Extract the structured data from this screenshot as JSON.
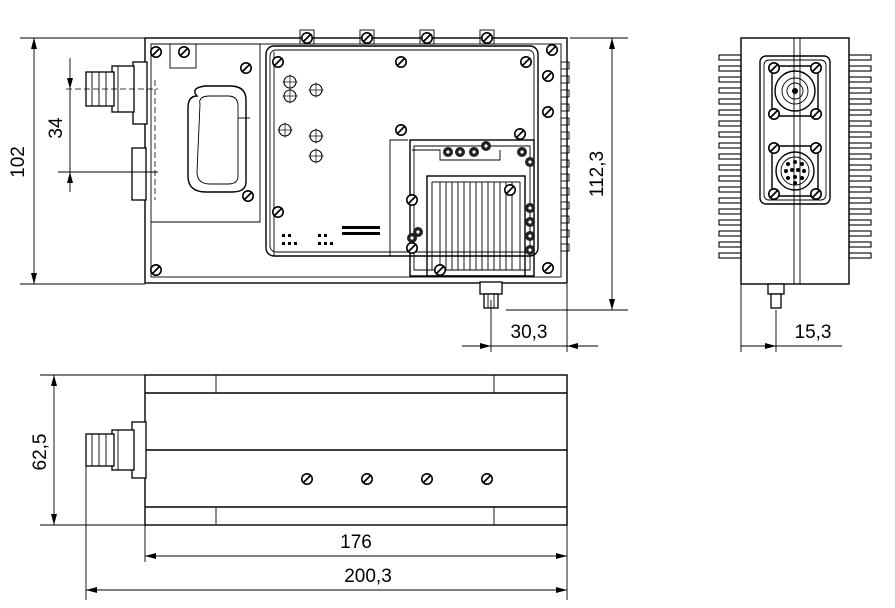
{
  "dimensions": {
    "height_102": "102",
    "height_34": "34",
    "height_112_3": "112,3",
    "offset_30_3": "30,3",
    "width_15_3": "15,3",
    "height_62_5": "62,5",
    "length_176": "176",
    "length_200_3": "200,3"
  }
}
